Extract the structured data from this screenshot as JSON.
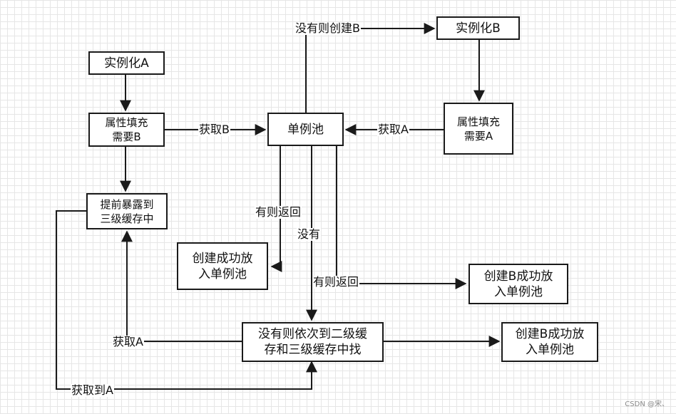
{
  "diagram": {
    "nodes": {
      "instantiate_a": "实例化A",
      "props_need_b": "属性填充\n需要B",
      "expose_l3": "提前暴露到\n三级缓存中",
      "singleton_pool": "单例池",
      "create_success_pool": "创建成功放\n入单例池",
      "instantiate_b": "实例化B",
      "props_need_a": "属性填充\n需要A",
      "create_b_success_top": "创建B成功放\n入单例池",
      "search_l2_l3": "没有则依次到二级缓\n存和三级缓存中找",
      "create_b_success_bottom": "创建B成功放\n入单例池"
    },
    "edge_labels": {
      "create_b_if_none": "没有则创建B",
      "get_b": "获取B",
      "get_a_right": "获取A",
      "return_if_exists_left": "有则返回",
      "none": "没有",
      "return_if_exists_right": "有则返回",
      "get_a_left": "获取A",
      "got_a": "获取到A"
    }
  },
  "watermark": "CSDN @宋、"
}
